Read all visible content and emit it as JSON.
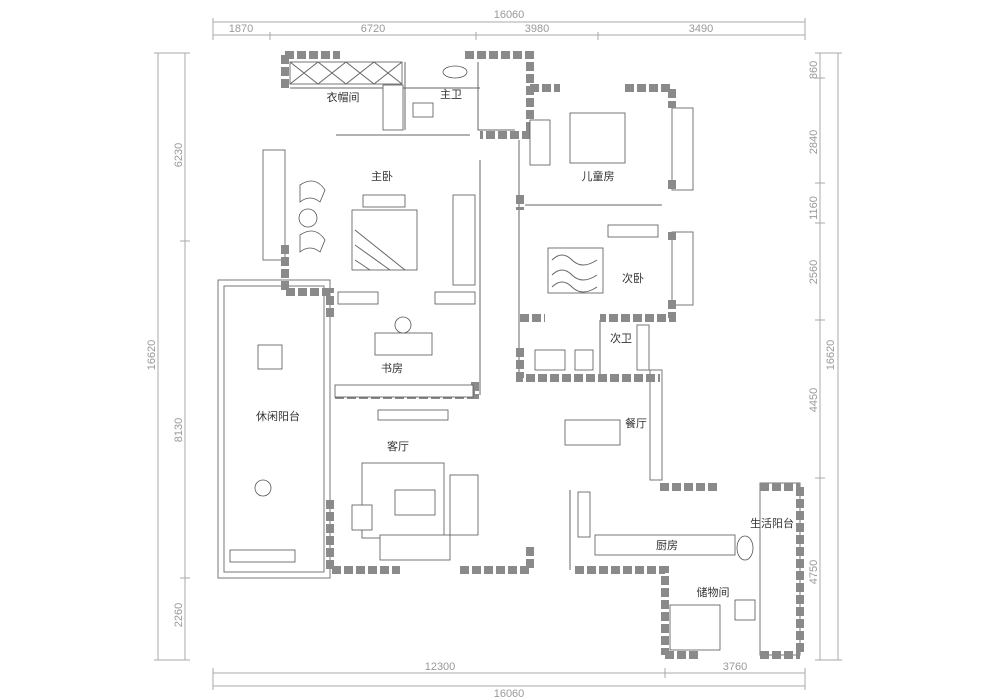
{
  "dimensions": {
    "top_total": "16060",
    "top_segments": [
      "1870",
      "6720",
      "3980",
      "3490"
    ],
    "left_total": "16620",
    "left_segments": [
      "6230",
      "8130",
      "2260"
    ],
    "right_total": "16620",
    "right_segments": [
      "860",
      "2840",
      "1160",
      "2560",
      "4450",
      "4750"
    ],
    "bottom_segments": [
      "12300",
      "3760"
    ],
    "bottom_total": "16060"
  },
  "rooms": {
    "cloakroom": "衣帽间",
    "master_bath": "主卫",
    "master_bedroom": "主卧",
    "kids_room": "儿童房",
    "second_bedroom": "次卧",
    "second_bath": "次卫",
    "study": "书房",
    "leisure_balcony": "休闲阳台",
    "living_room": "客厅",
    "dining_room": "餐厅",
    "kitchen": "厨房",
    "service_balcony": "生活阳台",
    "storage": "储物间"
  }
}
